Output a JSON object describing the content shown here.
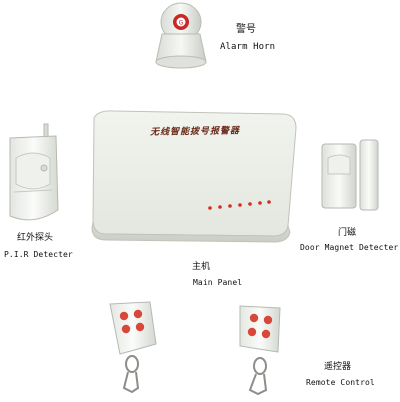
{
  "alarm_horn": {
    "label_cn": "警号",
    "label_en": "Alarm Horn"
  },
  "pir_detector": {
    "label_cn": "红外探头",
    "label_en": "P.I.R Detecter"
  },
  "main_panel": {
    "label_cn": "主机",
    "label_en": "Main Panel",
    "panel_text": "无线智能拨号报警器"
  },
  "door_detector": {
    "label_cn": "门磁",
    "label_en": "Door Magnet Detecter"
  },
  "remote_control": {
    "label_cn": "遥控器",
    "label_en": "Remote Control"
  },
  "colors": {
    "device_body": "#e8ece4",
    "led_red": "#d03020",
    "button_red": "#d8483a",
    "horn_badge": "#c82828"
  }
}
